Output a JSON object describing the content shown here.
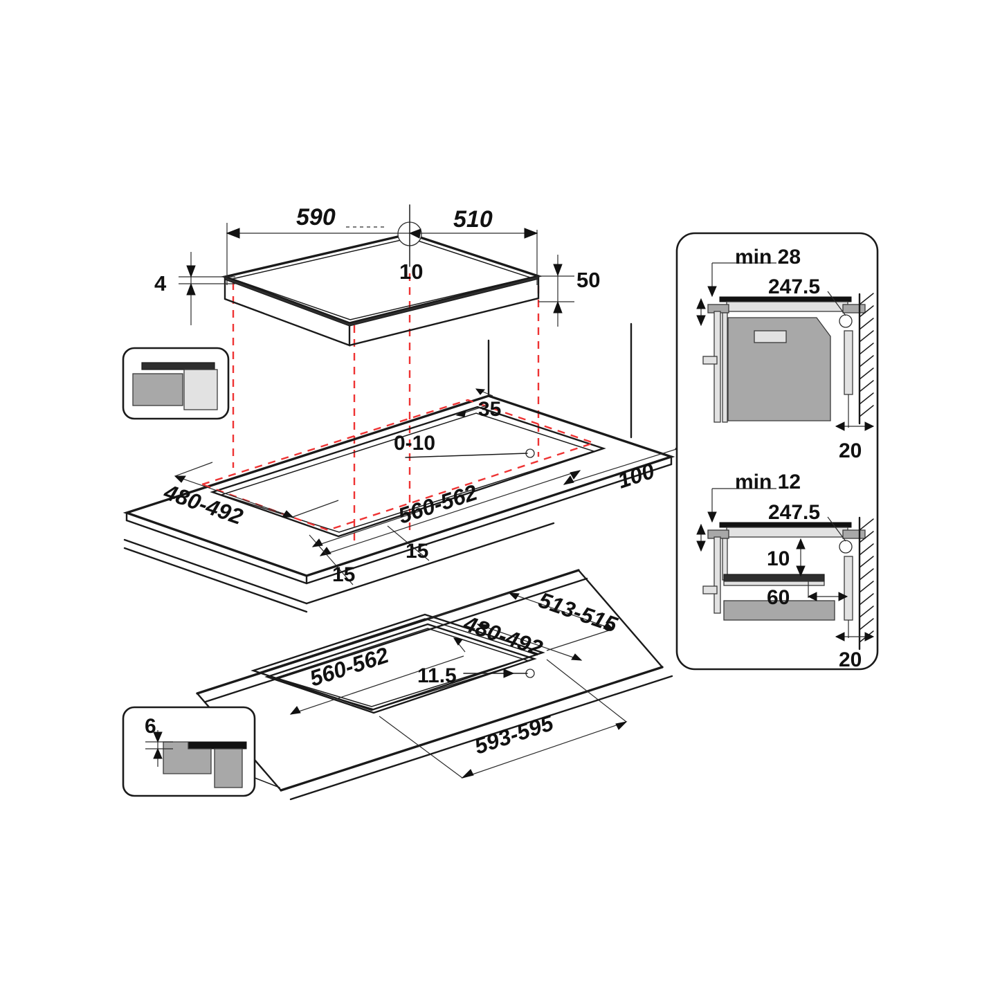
{
  "document": {
    "type": "installation-dimension-diagram",
    "subject": "built-in induction hob cutout and installation clearances",
    "units": "mm"
  },
  "hob_view": {
    "name": "exploded-isometric-hob",
    "dims": {
      "width_590": "590",
      "depth_510": "510",
      "center_thickness_10": "10",
      "glass_edge_4": "4",
      "body_height_50": "50"
    }
  },
  "worktop_view": {
    "name": "worktop-cutout-isometric",
    "dims": {
      "cutout_depth_480_492": "480-492",
      "cutout_width_560_562": "560-562",
      "rear_clearance_35": "35",
      "overhang_0_10": "0-10",
      "front_edge_100": "100",
      "radius_15_a": "15",
      "radius_15_b": "15"
    }
  },
  "flush_view": {
    "name": "flush-mount-cutout-isometric",
    "dims": {
      "outer_depth_513_515": "513-515",
      "inner_depth_480_492": "480-492",
      "inner_width_560_562": "560-562",
      "step_width_11_5": "11.5",
      "outer_width_593_595": "593-595"
    }
  },
  "inset_top_left": {
    "name": "standard-mount-edge-detail",
    "label": ""
  },
  "inset_bottom_left": {
    "name": "flush-mount-edge-detail",
    "dims": {
      "recess_6": "6"
    }
  },
  "side_panel": {
    "name": "vertical-clearance-details",
    "sections": [
      {
        "name": "oven-below-section",
        "title": "min 28",
        "worktop_thickness": "247.5",
        "rear_gap": "20"
      },
      {
        "name": "drawer-below-section",
        "title": "min 12",
        "worktop_thickness": "247.5",
        "shelf_gap": "10",
        "rear_offset": "60",
        "rear_gap": "20"
      }
    ]
  },
  "colors": {
    "line": "#1a1a1a",
    "projection_dashed": "#ee3333",
    "fill_dark": "#2e2e2e",
    "fill_mid": "#a8a8a8",
    "fill_light": "#e2e2e2",
    "background": "#ffffff"
  }
}
